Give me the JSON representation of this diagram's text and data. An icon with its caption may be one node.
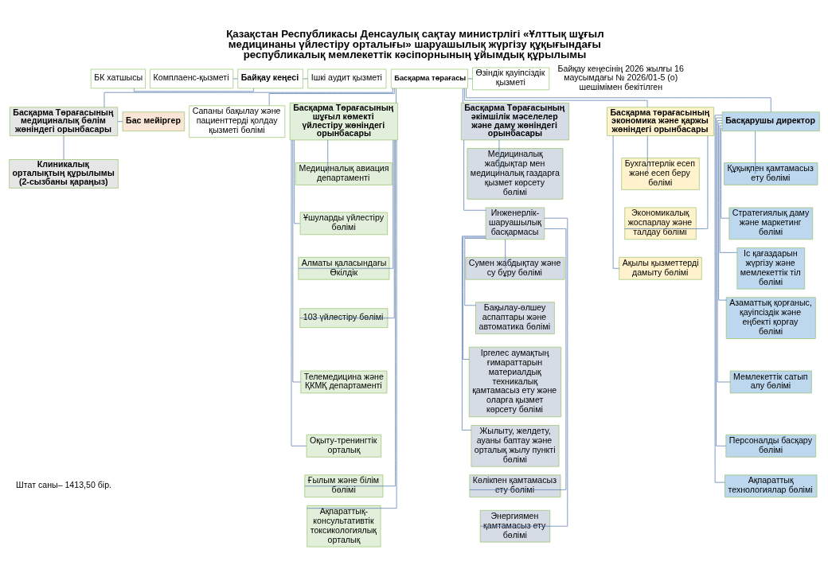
{
  "diagram": {
    "title": "Қазақстан Республикасы Денсаулық сақтау министрлігі «Ұлттық шұғыл медицинаны үйлестіру орталығы» шаруашылық жүргізу құқығындағы республикалық мемлекеттік кәсіпорнының ұйымдық құрылымы",
    "nodes": [
      {
        "text": [
          "БК хатшысы"
        ]
      },
      {
        "text": [
          "Байқау кеңесі"
        ]
      },
      {
        "text": [
          "Комплаенс-қызметі"
        ]
      },
      {
        "text": [
          "Ішкі аудит қызметі"
        ]
      },
      {
        "text": [
          "Өзіндік қауіпсіздік қызметі"
        ]
      },
      {
        "text": [
          "Басқарма төрағасы"
        ]
      },
      {
        "text": [
          "Басқарма Төрағасының медициналық бөлім жөніндегі орынбасары"
        ]
      },
      {
        "text": [
          "Бас мейіргер"
        ]
      },
      {
        "text": [
          "Сапаны бақылау және пациенттерді қолдау қызметі бөлімі"
        ]
      },
      {
        "text": [
          "Басқарма Төрағасының шұғыл көмекті үйлестіру жөніндегі орынбасары"
        ]
      },
      {
        "text": [
          "Басқарма Төрағасының әкімшілік мәселелер және даму жөніндегі орынбасары"
        ]
      },
      {
        "text": [
          "Басқарма төрағасының экономика және қаржы жөніндегі орынбасары"
        ]
      },
      {
        "text": [
          "Басқарушы директор"
        ]
      },
      {
        "text": [
          "Клиникалық орталықтың құрылымы (2-сызбаны қараңыз)"
        ]
      },
      {
        "text": [
          "Медициналық авиация департаменті"
        ]
      },
      {
        "text": [
          "Ұшуларды үйлестіру бөлімі"
        ]
      },
      {
        "text": [
          "Алматы қаласындағы Өкілдік"
        ]
      },
      {
        "text": [
          "103 үйлестіру бөлімі"
        ]
      },
      {
        "text": [
          "Телемедицина және ҚКМҚ департаменті"
        ]
      },
      {
        "text": [
          "Оқыту-тренингтік орталық"
        ]
      },
      {
        "text": [
          "Ғылым және білім бөлімі"
        ]
      },
      {
        "text": [
          "Ақпараттық-консультативтік токсикологиялық орталық"
        ]
      },
      {
        "text": [
          "Медициналық жабдықтар мен медициналық газдарға қызмет көрсету бөлімі"
        ]
      },
      {
        "text": [
          "Инженерлік-шаруашылық басқармасы"
        ]
      },
      {
        "text": [
          "Сумен жабдықтау және су бұру бөлімі"
        ]
      },
      {
        "text": [
          "Бақылау-өлшеу аспаптары және автоматика бөлімі"
        ]
      },
      {
        "text": [
          "Іргелес аумақтың ғимараттарын материалдық техникалық қамтамасыз ету және оларға қызмет көрсету бөлімі"
        ]
      },
      {
        "text": [
          "Жылыту, желдету, ауаны баптау және орталық жылу пункті бөлімі"
        ]
      },
      {
        "text": [
          "Көлікпен қамтамасыз ету бөлімі"
        ]
      },
      {
        "text": [
          "Энергиямен қамтамасыз ету бөлімі"
        ]
      },
      {
        "text": [
          "Бухгалтерлік есеп және есеп беру бөлімі"
        ]
      },
      {
        "text": [
          "Экономикалық жоспарлау және талдау бөлімі"
        ]
      },
      {
        "text": [
          "Ақылы қызметтерді дамыту бөлімі"
        ]
      },
      {
        "text": [
          "Құқықпен қамтамасыз ету бөлімі"
        ]
      },
      {
        "text": [
          "Стратегиялық даму және маркетинг бөлімі"
        ]
      },
      {
        "text": [
          "Іс қағаздарын жүргізу және мемлекеттік тіл бөлімі"
        ]
      },
      {
        "text": [
          "Азаматтық қорғаныс, қауіпсіздік және еңбекті қорғау бөлімі"
        ]
      },
      {
        "text": [
          "Мемлекеттік сатып алу бөлімі"
        ]
      },
      {
        "text": [
          "Персоналды басқару бөлімі"
        ]
      },
      {
        "text": [
          "Ақпараттық технологиялар бөлімі"
        ]
      }
    ],
    "edges": [
      {
        "from": 0,
        "to": 1,
        "arrow": "none"
      },
      {
        "from": 2,
        "to": 1,
        "arrow": "none"
      },
      {
        "from": 1,
        "to": 3,
        "arrow": "none"
      },
      {
        "from": 5,
        "to": 4,
        "arrow": "none"
      },
      {
        "from": 5,
        "to": 6,
        "arrow": "none"
      },
      {
        "from": 5,
        "to": 8,
        "arrow": "none"
      },
      {
        "from": 5,
        "to": 9,
        "arrow": "none"
      },
      {
        "from": 5,
        "to": 10,
        "arrow": "none"
      },
      {
        "from": 5,
        "to": 11,
        "arrow": "none"
      },
      {
        "from": 5,
        "to": 12,
        "arrow": "none"
      },
      {
        "from": 6,
        "to": 7,
        "arrow": "none"
      },
      {
        "from": 6,
        "to": 13,
        "arrow": "none"
      },
      {
        "from": 9,
        "to": 14,
        "arrow": "none"
      },
      {
        "from": 9,
        "to": 15,
        "arrow": "none"
      },
      {
        "from": 9,
        "to": 16,
        "arrow": "none"
      },
      {
        "from": 9,
        "to": 17,
        "arrow": "none"
      },
      {
        "from": 9,
        "to": 18,
        "arrow": "none"
      },
      {
        "from": 9,
        "to": 19,
        "arrow": "none"
      },
      {
        "from": 9,
        "to": 20,
        "arrow": "none"
      },
      {
        "from": 9,
        "to": 21,
        "arrow": "none"
      },
      {
        "from": 10,
        "to": 22,
        "arrow": "none"
      },
      {
        "from": 10,
        "to": 23,
        "arrow": "none"
      },
      {
        "from": 23,
        "to": 24,
        "arrow": "none"
      },
      {
        "from": 23,
        "to": 25,
        "arrow": "none"
      },
      {
        "from": 23,
        "to": 26,
        "arrow": "none"
      },
      {
        "from": 23,
        "to": 27,
        "arrow": "none"
      },
      {
        "from": 23,
        "to": 28,
        "arrow": "none"
      },
      {
        "from": 23,
        "to": 29,
        "arrow": "none"
      },
      {
        "from": 11,
        "to": 30,
        "arrow": "none"
      },
      {
        "from": 11,
        "to": 31,
        "arrow": "none"
      },
      {
        "from": 11,
        "to": 32,
        "arrow": "none"
      },
      {
        "from": 12,
        "to": 33,
        "arrow": "none"
      },
      {
        "from": 12,
        "to": 34,
        "arrow": "none"
      },
      {
        "from": 12,
        "to": 35,
        "arrow": "none"
      },
      {
        "from": 12,
        "to": 36,
        "arrow": "none"
      },
      {
        "from": 12,
        "to": 37,
        "arrow": "none"
      },
      {
        "from": 12,
        "to": 38,
        "arrow": "none"
      },
      {
        "from": 12,
        "to": 39,
        "arrow": "none"
      }
    ],
    "labels": [
      "Байқау кеңесінің 2026 жылғы 16 маусымдағы № 2026/01-5 (о) шешімімен бекітілген",
      "Штат саны– 1413,50 бір."
    ]
  }
}
